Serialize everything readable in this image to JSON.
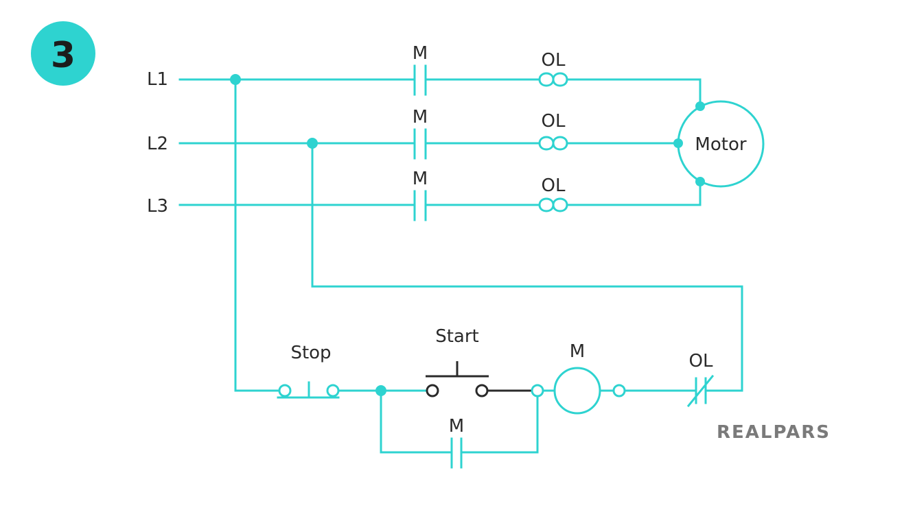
{
  "step_badge": {
    "number": "3",
    "color": "#2ed3d0"
  },
  "lines": {
    "l1": "L1",
    "l2": "L2",
    "l3": "L3"
  },
  "power_circuit": {
    "contact_labels": [
      "M",
      "M",
      "M"
    ],
    "overload_labels": [
      "OL",
      "OL",
      "OL"
    ],
    "motor_label": "Motor"
  },
  "control_circuit": {
    "stop_label": "Stop",
    "start_label": "Start",
    "coil_label": "M",
    "holding_contact_label": "M",
    "overload_contact_label": "OL"
  },
  "brand": {
    "name": "REALPARS"
  },
  "colors": {
    "wire": "#2ed3d0",
    "text": "#2a2a2a",
    "brand": "#7a7a7a"
  }
}
